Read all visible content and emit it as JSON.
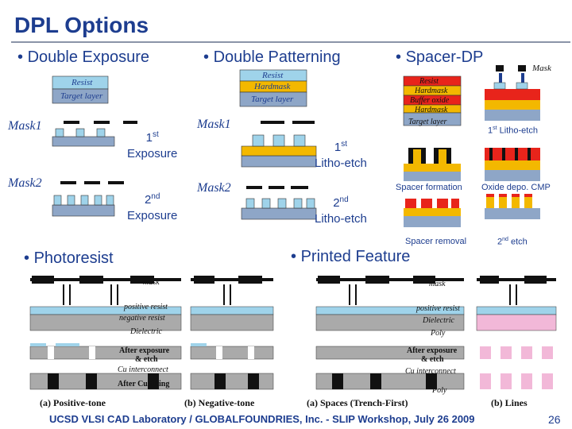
{
  "title": "DPL Options",
  "bullets": {
    "double_exposure": "Double Exposure",
    "double_patterning": "Double Patterning",
    "spacer_dp": "Spacer-DP",
    "photoresist": "Photoresist",
    "printed_feature": "Printed Feature"
  },
  "double_exposure": {
    "resist": "Resist",
    "target_layer": "Target layer",
    "mask1": "Mask1",
    "mask2": "Mask2",
    "step1_num": "1",
    "step1_sup": "st",
    "step1_word": "Exposure",
    "step2_num": "2",
    "step2_sup": "nd",
    "step2_word": "Exposure"
  },
  "double_patterning": {
    "resist": "Resist",
    "hardmask": "Hardmask",
    "target_layer": "Target layer",
    "mask1": "Mask1",
    "mask2": "Mask2",
    "step1_num": "1",
    "step1_sup": "st",
    "step1_word": "Litho-etch",
    "step2_num": "2",
    "step2_sup": "nd",
    "step2_word": "Litho-etch"
  },
  "spacer": {
    "mask": "Mask",
    "resist": "Resist",
    "hardmask1": "Hardmask",
    "oxide": "Buffer oxide",
    "hardmask2": "Hardmask",
    "target_layer": "Target layer",
    "litho_etch_num": "1",
    "litho_etch_sup": "st",
    "litho_etch_word": "Litho-etch",
    "spacer_formation": "Spacer formation",
    "oxide_depo": "Oxide depo. CMP",
    "spacer_removal": "Spacer removal",
    "etch_num": "2",
    "etch_sup": "nd",
    "etch_word": "etch"
  },
  "photoresist": {
    "mask": "mask",
    "positive_resist": "positive resist",
    "negative_resist": "negative resist",
    "dielectric": "Dielectric",
    "after_exposure": "After exposure",
    "and_etch": "& etch",
    "cu_interconnect": "Cu interconnect",
    "after_cu_filling": "After Cu filling",
    "cap_a": "(a) Positive-tone",
    "cap_b": "(b) Negative-tone"
  },
  "printed_feature": {
    "mask": "mask",
    "positive_resist": "positive resist",
    "dielectric": "Dielectric",
    "poly": "Poly",
    "after_exposure": "After exposure",
    "and_etch": "& etch",
    "cu_interconnect": "Cu interconnect",
    "poly2": "Poly",
    "cap_a": "(a) Spaces (Trench-First)",
    "cap_b": "(b) Lines"
  },
  "footer": "UCSD VLSI CAD Laboratory /   GLOBALFOUNDRIES, Inc.  - SLIP Workshop, July 26 2009",
  "page_number": "26",
  "colors": {
    "title": "#1d3d8f",
    "resist": "#9fd3ea",
    "hardmask": "#f3b800",
    "target": "#8ea6c7",
    "red": "#e8241b",
    "black": "#111111",
    "pink": "#f2b8d8"
  }
}
